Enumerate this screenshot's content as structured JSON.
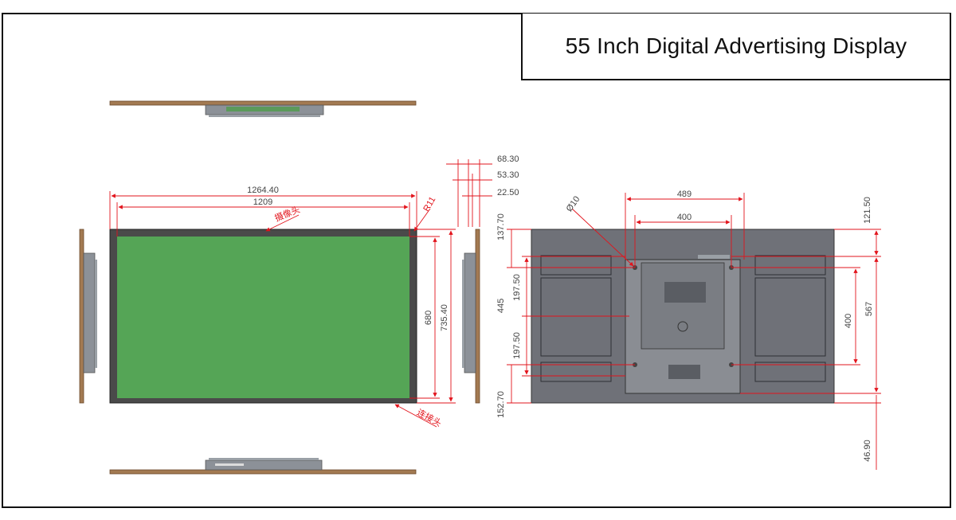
{
  "title": "55 Inch Digital Advertising Display",
  "colors": {
    "dimension": "#e2141c",
    "screen": "#55a556",
    "bezel": "#4a4a4a",
    "back_panel": "#6f7178",
    "frame_edge": "#a37a52"
  },
  "front": {
    "width_outer": "1264.40",
    "width_inner": "1209",
    "height_inner": "680",
    "height_outer": "735.40",
    "corner": "R11",
    "camera_label": "摄像头",
    "connector_label": "连接头"
  },
  "side": {
    "depth_total": "68.30",
    "depth_body": "53.30",
    "depth_panel": "22.50"
  },
  "back": {
    "hole_label": "Ø10",
    "vesa_outer": "489",
    "vesa_inner": "400",
    "top_offset": "137.70",
    "bottom_offset": "152.70",
    "vertical_total": "445",
    "vertical_half_top": "197.50",
    "vertical_half_bottom": "197.50",
    "right_top": "121.50",
    "right_vesa": "400",
    "right_total": "567",
    "right_bottom": "46.90"
  }
}
